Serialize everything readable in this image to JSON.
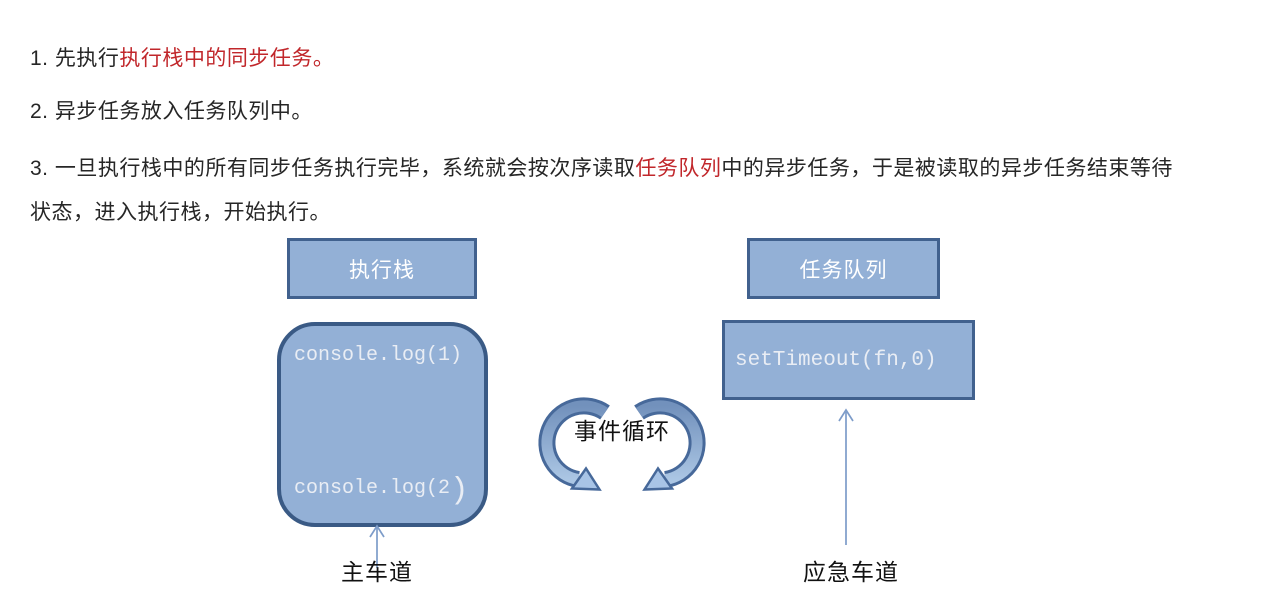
{
  "colors": {
    "page_bg": "#ffffff",
    "text": "#262626",
    "red": "#c1272b",
    "box_fill": "#93b0d6",
    "box_border": "#41618e",
    "rounded_border": "#3a5a85",
    "code_text": "#e9edf4",
    "arrow": "#7d9cc9",
    "loop_dark": "#47699a",
    "loop_band_top": "#7291bc",
    "loop_band_bottom": "#abc6e4",
    "loop_head": "#a8c4e6"
  },
  "paragraphs": {
    "p1": {
      "prefix": "1. 先执行",
      "highlight": "执行栈中的同步任务。"
    },
    "p2": {
      "text": "2. 异步任务放入任务队列中。"
    },
    "p3": {
      "prefix": "3. 一旦执行栈中的所有同步任务执行完毕，系统就会按次序读取",
      "highlight": "任务队列",
      "suffix_line1": "中的异步任务，于是被读取的异步任务结束等待",
      "line2": "状态，进入执行栈，开始执行。"
    }
  },
  "diagram": {
    "stack_header": "执行栈",
    "queue_header": "任务队列",
    "stack_code_1": "console.log(1)",
    "stack_code_2_main": "console.log(2",
    "stack_code_2_paren": ")",
    "queue_code": "setTimeout(fn,0)",
    "loop_label": "事件循环",
    "main_lane_label": "主车道",
    "emergency_lane_label": "应急车道"
  }
}
